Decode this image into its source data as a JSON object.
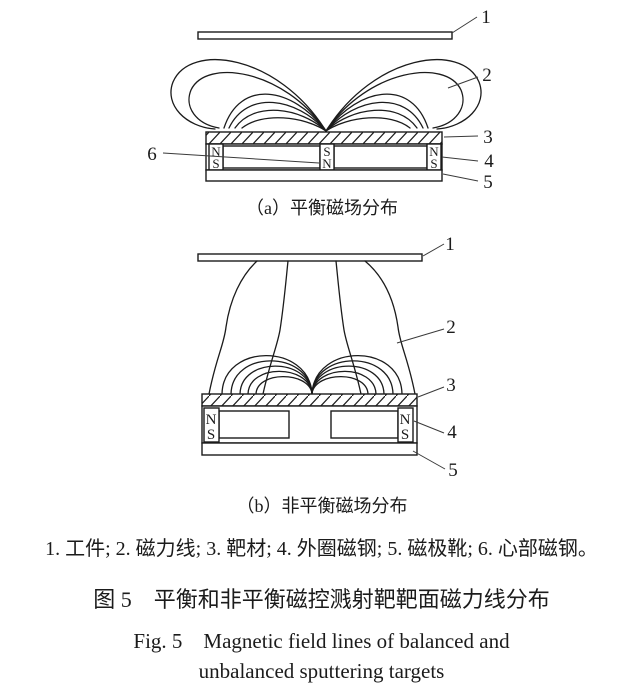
{
  "colors": {
    "ink": "#1b1b1b",
    "background": "#ffffff"
  },
  "diagram_a": {
    "caption": "（a）平衡磁场分布",
    "labels": {
      "l1": "1",
      "l2": "2",
      "l3": "3",
      "l4": "4",
      "l5": "5",
      "l6": "6"
    },
    "magnets": {
      "left": {
        "top": "N",
        "bottom": "S"
      },
      "center": {
        "top": "S",
        "bottom": "N"
      },
      "right": {
        "top": "N",
        "bottom": "S"
      }
    }
  },
  "diagram_b": {
    "caption": "（b）非平衡磁场分布",
    "labels": {
      "l1": "1",
      "l2": "2",
      "l3": "3",
      "l4": "4",
      "l5": "5"
    },
    "magnets": {
      "left": {
        "top": "N",
        "bottom": "S"
      },
      "right": {
        "top": "N",
        "bottom": "S"
      }
    }
  },
  "legend": "1. 工件; 2. 磁力线; 3. 靶材; 4. 外圈磁钢; 5. 磁极靴; 6. 心部磁钢。",
  "figure_caption_zh": "图 5　平衡和非平衡磁控溅射靶靶面磁力线分布",
  "figure_caption_en_line1": "Fig. 5　Magnetic field lines of balanced and",
  "figure_caption_en_line2": "unbalanced sputtering targets"
}
